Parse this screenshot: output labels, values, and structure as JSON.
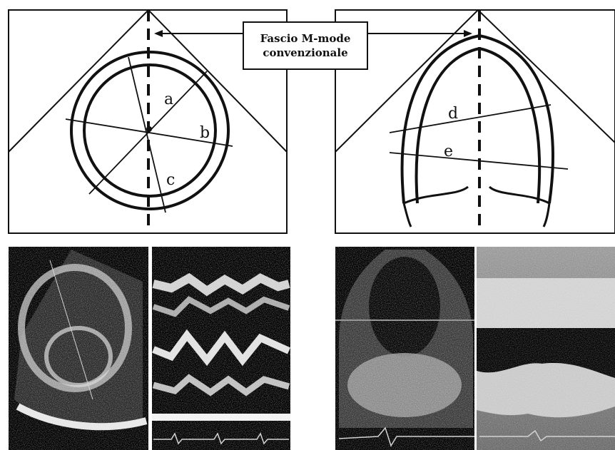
{
  "callout": {
    "line1": "Fascio M-mode",
    "line2": "convenzionale"
  },
  "short_axis_labels": {
    "a": "a",
    "b": "b",
    "c": "c"
  },
  "long_axis_labels": {
    "d": "d",
    "e": "e"
  },
  "colors": {
    "ink": "#111111",
    "echo_bg": "#000000",
    "echo_gray": "#6e6e6e"
  }
}
